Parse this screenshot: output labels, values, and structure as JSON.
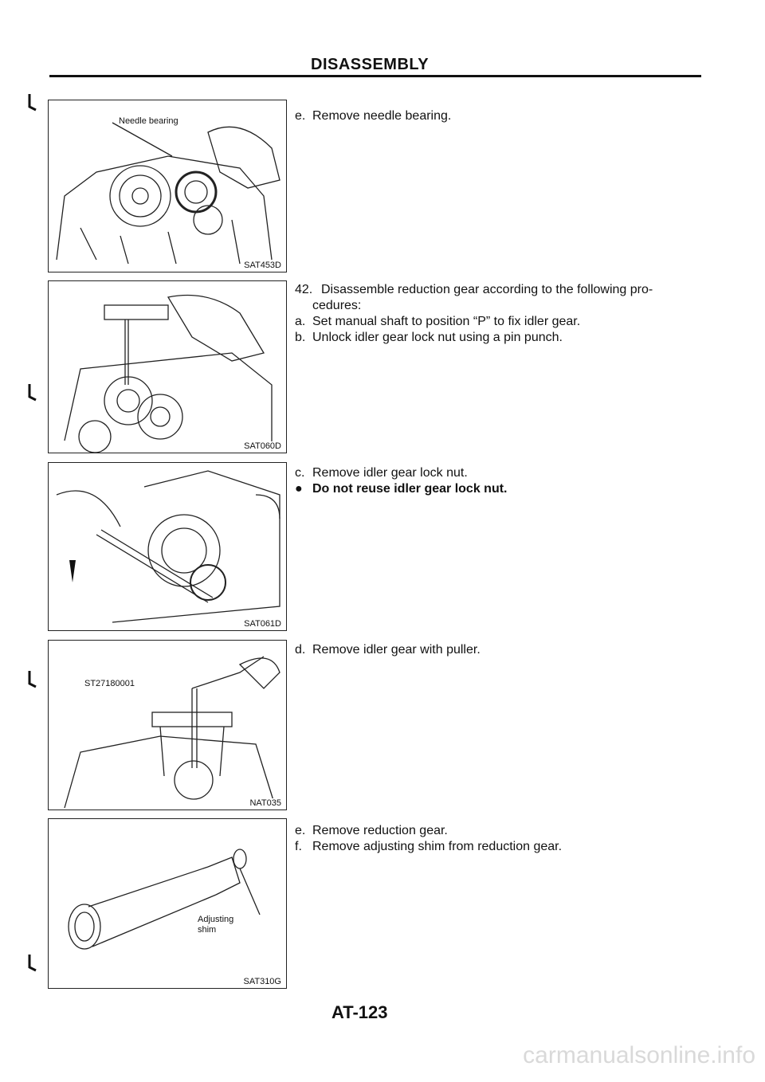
{
  "header": {
    "title": "DISASSEMBLY"
  },
  "figures": [
    {
      "code": "SAT453D",
      "label": "Needle bearing"
    },
    {
      "code": "SAT060D"
    },
    {
      "code": "SAT061D"
    },
    {
      "code": "NAT035",
      "label": "ST27180001"
    },
    {
      "code": "SAT310G",
      "label_line1": "Adjusting",
      "label_line2": "shim"
    }
  ],
  "steps": {
    "s1": {
      "marker": "e.",
      "text": "Remove needle bearing."
    },
    "s2": {
      "line1_marker": "42.",
      "line1": "Disassemble reduction gear according to the following pro-",
      "line2": "cedures:",
      "a_marker": "a.",
      "a": "Set manual shaft to position “P” to fix idler gear.",
      "b_marker": "b.",
      "b": "Unlock idler gear lock nut using a pin punch."
    },
    "s3": {
      "c_marker": "c.",
      "c": "Remove idler gear lock nut.",
      "bullet_marker": "●",
      "bullet": "Do not reuse idler gear lock nut."
    },
    "s4": {
      "marker": "d.",
      "text": "Remove idler gear with puller."
    },
    "s5": {
      "e_marker": "e.",
      "e": "Remove reduction gear.",
      "f_marker": "f.",
      "f": "Remove adjusting shim from reduction gear."
    }
  },
  "footer": {
    "page_number": "AT-123",
    "watermark": "carmanualsonline.info"
  }
}
